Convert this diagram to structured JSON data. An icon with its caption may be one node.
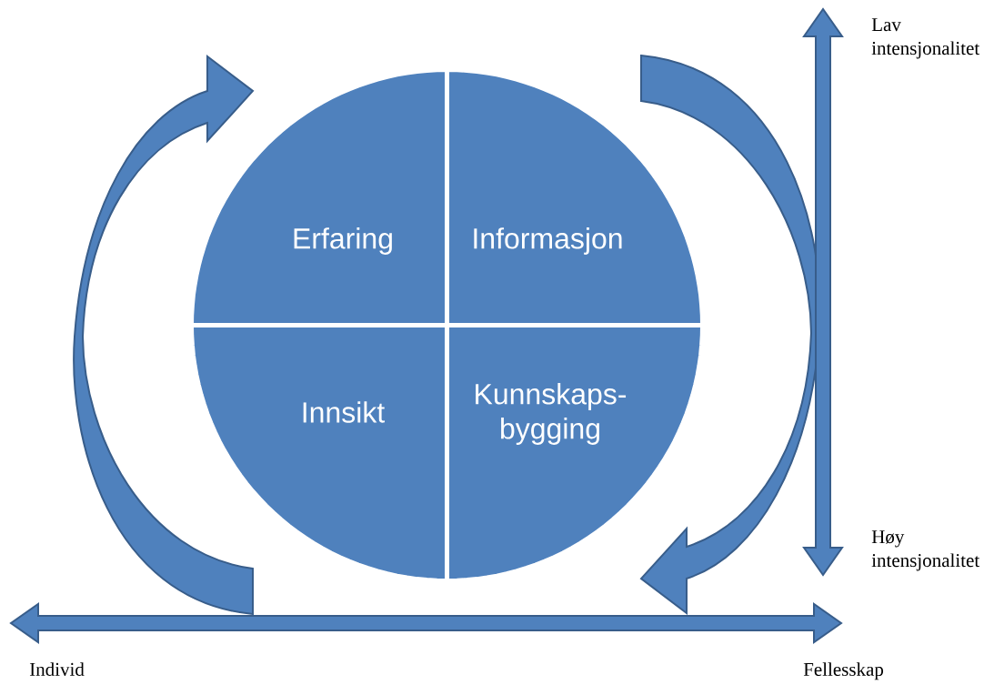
{
  "diagram": {
    "nodes": [
      {
        "text": [
          "Erfaring"
        ]
      },
      {
        "text": [
          "Informasjon"
        ]
      },
      {
        "text": [
          "Innsikt"
        ]
      },
      {
        "text": [
          "Kunnskaps- bygging"
        ]
      }
    ],
    "labels": [
      "Lav intensjonalitet",
      "Høy intensjonalitet",
      "Individ",
      "Fellesskap"
    ]
  }
}
